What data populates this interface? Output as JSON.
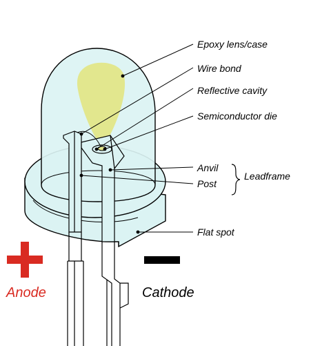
{
  "labels": {
    "epoxy": "Epoxy lens/case",
    "wire_bond": "Wire bond",
    "reflective_cavity": "Reflective cavity",
    "semiconductor_die": "Semiconductor die",
    "anvil": "Anvil",
    "post": "Post",
    "leadframe": "Leadframe",
    "flat_spot": "Flat spot",
    "anode": "Anode",
    "cathode": "Cathode"
  },
  "colors": {
    "lens_fill": "#dbf3f3",
    "lens_stroke": "#000000",
    "glow": "#e2e78e",
    "anode_red": "#d92b22",
    "cathode_black": "#000000"
  },
  "symbols": {
    "plus": "plus-sign-icon",
    "minus": "minus-sign-icon"
  }
}
